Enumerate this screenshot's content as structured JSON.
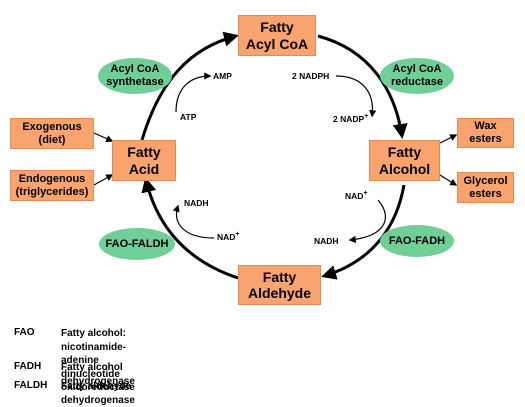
{
  "nodes": {
    "fatty_acyl_coa": "Fatty\nAcyl CoA",
    "fatty_alcohol": "Fatty\nAlcohol",
    "fatty_aldehyde": "Fatty\nAldehyde",
    "fatty_acid": "Fatty\nAcid",
    "exogenous": "Exogenous\n(diet)",
    "endogenous": "Endogenous\n(triglycerides)",
    "wax_esters": "Wax\nesters",
    "glycerol_esters": "Glycerol\nesters"
  },
  "enzymes": {
    "acyl_coa_synthetase": "Acyl CoA\nsynthetase",
    "acyl_coa_reductase": "Acyl CoA\nreductase",
    "fao_fadh": "FAO-FADH",
    "fao_faldh": "FAO-FALDH"
  },
  "cofactors": {
    "amp": "AMP",
    "atp": "ATP",
    "nadph_in": "2 NADPH",
    "nadp_out": "2 NADP",
    "nadp_sup": "+",
    "nad_right": "NAD",
    "nad_right_sup": "+",
    "nadh_right": "NADH",
    "nadh_left": "NADH",
    "nad_left": "NAD",
    "nad_left_sup": "+"
  },
  "legend": [
    {
      "abbr": "FAO",
      "definition": "Fatty alcohol: nicotinamide-adenine\n   dinucleotide oxidoreductase"
    },
    {
      "abbr": "FADH",
      "definition": "Fatty alcohol dehydrogenase"
    },
    {
      "abbr": "FALDH",
      "definition": "Fatty aldehyde dehydrogenase"
    }
  ],
  "colors": {
    "box_fill": "#f9a36f",
    "ellipse_fill": "#6fcf97",
    "line": "#000000"
  }
}
